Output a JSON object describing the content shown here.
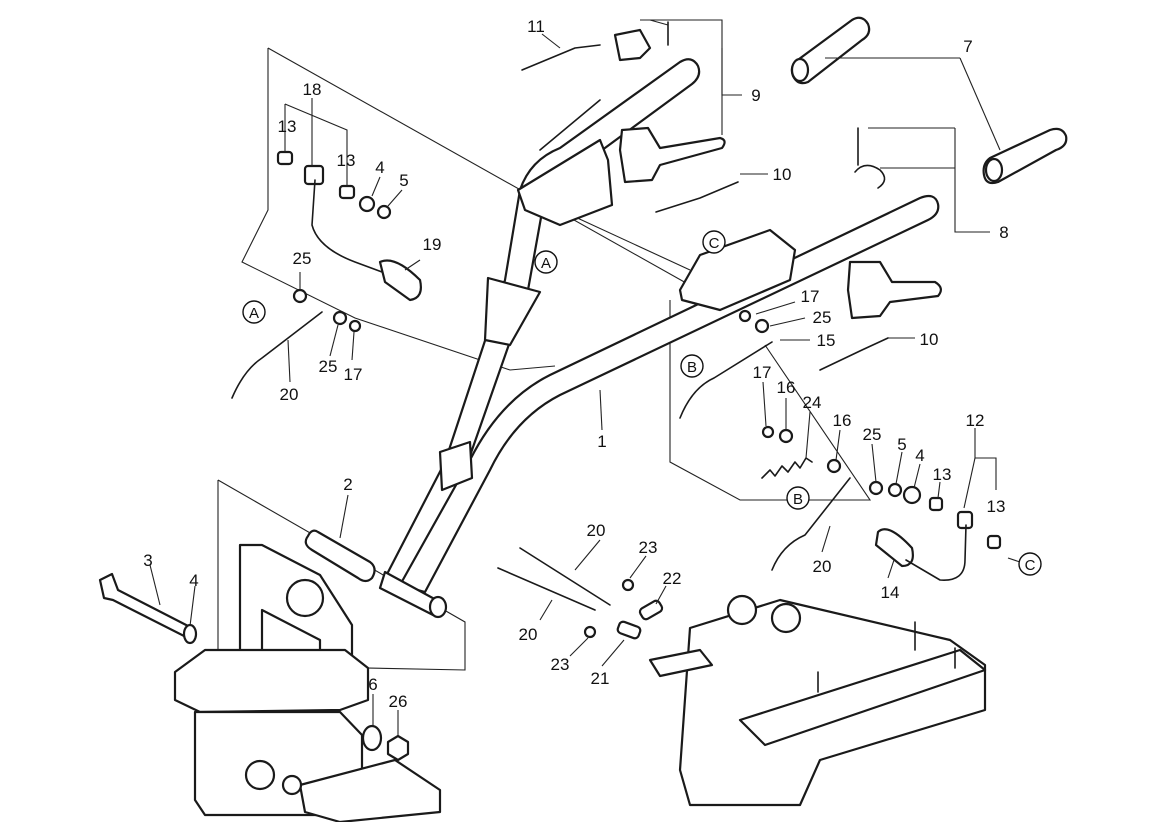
{
  "callouts": {
    "c1": "1",
    "c2": "2",
    "c3": "3",
    "c4a": "4",
    "c4b": "4",
    "c4c": "4",
    "c5a": "5",
    "c5b": "5",
    "c6": "6",
    "c7": "7",
    "c8": "8",
    "c9": "9",
    "c10a": "10",
    "c10b": "10",
    "c11": "11",
    "c12": "12",
    "c13a": "13",
    "c13b": "13",
    "c13c": "13",
    "c13d": "13",
    "c14": "14",
    "c15": "15",
    "c16a": "16",
    "c16b": "16",
    "c17a": "17",
    "c17b": "17",
    "c17c": "17",
    "c18": "18",
    "c19": "19",
    "c20a": "20",
    "c20b": "20",
    "c20c": "20",
    "c20d": "20",
    "c21": "21",
    "c22": "22",
    "c23a": "23",
    "c23b": "23",
    "c24": "24",
    "c25a": "25",
    "c25b": "25",
    "c25c": "25",
    "c25d": "25",
    "c26": "26"
  },
  "refs": {
    "A1": "A",
    "A2": "A",
    "B1": "B",
    "B2": "B",
    "C1": "C",
    "C2": "C"
  }
}
